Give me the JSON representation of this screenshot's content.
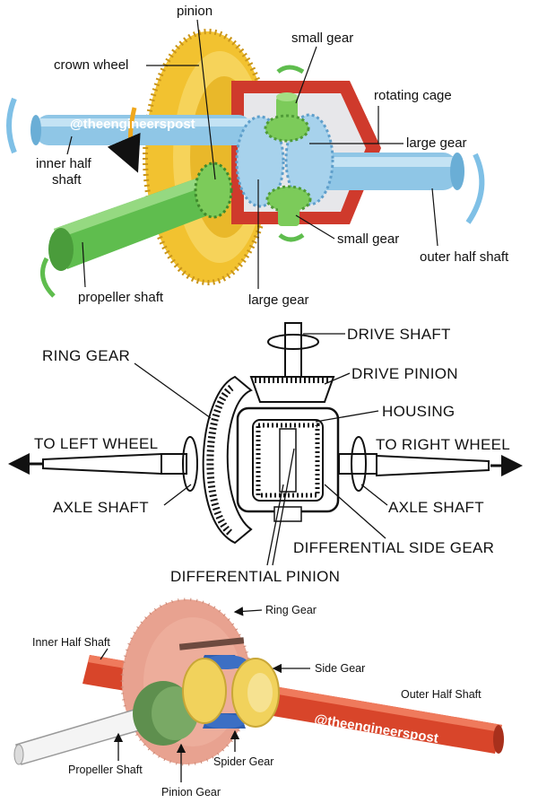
{
  "panel1": {
    "labels": {
      "pinion": "pinion",
      "crown_wheel": "crown wheel",
      "small_gear_top": "small gear",
      "rotating_cage": "rotating cage",
      "large_gear_right": "large gear",
      "inner_half_shaft_1": "inner half",
      "inner_half_shaft_2": "shaft",
      "small_gear_bottom": "small gear",
      "outer_half_shaft": "outer  half shaft",
      "propeller_shaft": "propeller shaft",
      "large_gear_bottom": "large gear"
    },
    "watermark": "@theengineerspost",
    "colors": {
      "crown": "#f2c230",
      "cage": "#cf3a2c",
      "shaft": "#8fc6e6",
      "propeller": "#5fbd4e",
      "gear_green": "#7ccb5a"
    }
  },
  "panel2": {
    "labels": {
      "drive_shaft": "DRIVE SHAFT",
      "ring_gear": "RING GEAR",
      "drive_pinion": "DRIVE PINION",
      "housing": "HOUSING",
      "to_left_wheel": "TO LEFT WHEEL",
      "to_right_wheel": "TO RIGHT WHEEL",
      "axle_shaft_left": "AXLE SHAFT",
      "axle_shaft_right": "AXLE SHAFT",
      "differential_side_gear": "DIFFERENTIAL SIDE GEAR",
      "differential_pinion": "DIFFERENTIAL PINION"
    }
  },
  "panel3": {
    "labels": {
      "ring_gear": "Ring Gear",
      "inner_half_shaft": "Inner Half Shaft",
      "side_gear": "Side Gear",
      "outer_half_shaft": "Outer Half Shaft",
      "propeller_shaft": "Propeller Shaft",
      "spider_gear": "Spider Gear",
      "pinion_gear": "Pinion Gear"
    },
    "watermark": "@theengineerspost",
    "colors": {
      "ring": "#e8a290",
      "outer_shaft": "#d8452a",
      "side_gear": "#f1d25c",
      "spider": "#2f5fb0",
      "pinion": "#5e8f4e"
    }
  }
}
